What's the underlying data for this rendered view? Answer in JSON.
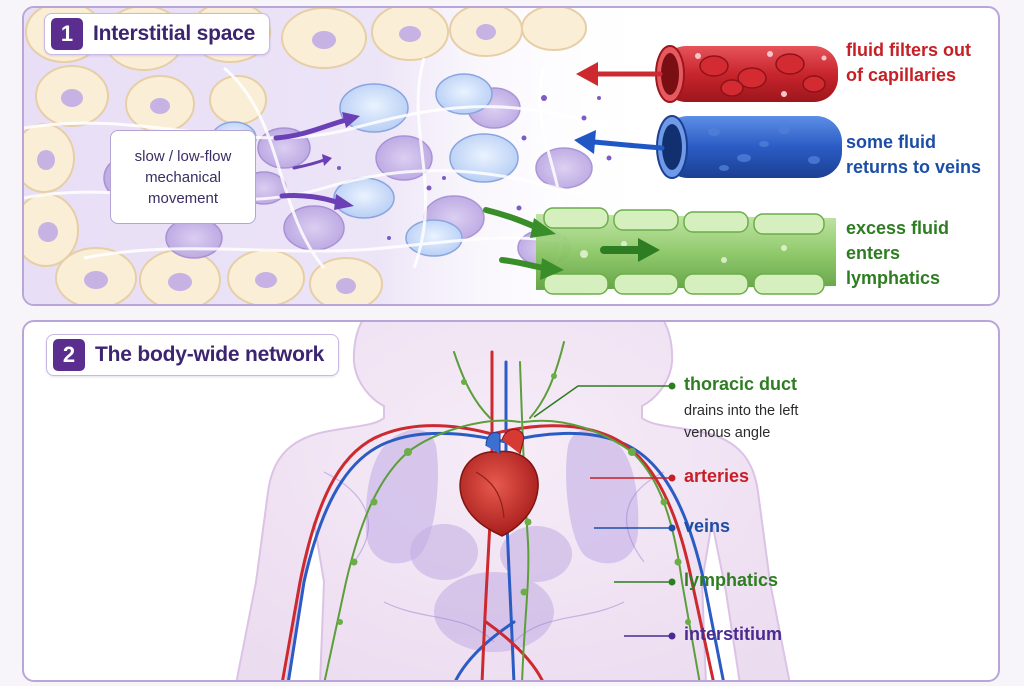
{
  "section1": {
    "number": "1",
    "title": "Interstitial space",
    "note_lines": [
      "slow / low-flow",
      "mechanical",
      "movement"
    ],
    "capillary_label": [
      "fluid filters out",
      "of capillaries"
    ],
    "vein_label": [
      "some fluid",
      "returns to veins"
    ],
    "lymph_label": [
      "excess fluid",
      "enters",
      "lymphatics"
    ]
  },
  "section2": {
    "number": "2",
    "title": "The body-wide network",
    "thoracic_duct": {
      "title": "thoracic duct",
      "description": [
        "drains into the left",
        "venous angle"
      ]
    },
    "legend": [
      {
        "label": "arteries",
        "color": "#c62026"
      },
      {
        "label": "veins",
        "color": "#1d4ea6"
      },
      {
        "label": "lymphatics",
        "color": "#2f7d23"
      },
      {
        "label": "interstitium",
        "color": "#4a2b8f"
      }
    ]
  },
  "colors": {
    "accent_purple": "#5b2d8f",
    "artery_red": "#c62026",
    "vein_blue": "#1d4ea6",
    "lymph_green": "#2f7d23",
    "interstitium_purple": "#4a2b8f"
  }
}
